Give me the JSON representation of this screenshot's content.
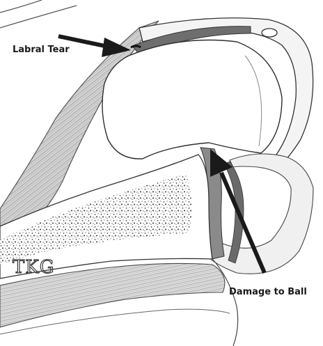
{
  "labels": {
    "labral_tear": "Labral Tear",
    "damage_to_ball": "Damage to Ball"
  },
  "signature": "TKG",
  "colors": {
    "pencil": "#3a3a3a",
    "shade_light": "#b8b8b8",
    "shade_dark": "#6e6e6e",
    "arrow": "#1a1a1a",
    "paper": "#ffffff"
  }
}
